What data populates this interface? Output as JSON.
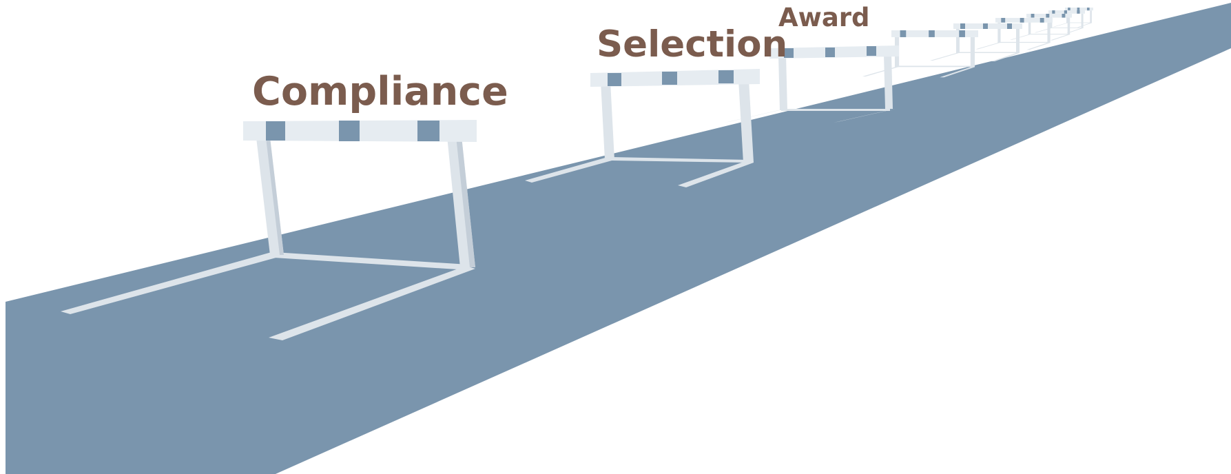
{
  "labels": {
    "compliance": "Compliance",
    "selection": "Selection",
    "award": "Award"
  },
  "colors": {
    "track": "#7a95ad",
    "text": "#7b5c4e",
    "bar": "#e6ecf1",
    "stripe": "#7a95ad",
    "post": "#dde4ea",
    "post_shadow": "#c4ced8",
    "background": "#ffffff"
  },
  "icons": {
    "hurdle": "hurdle-icon"
  }
}
